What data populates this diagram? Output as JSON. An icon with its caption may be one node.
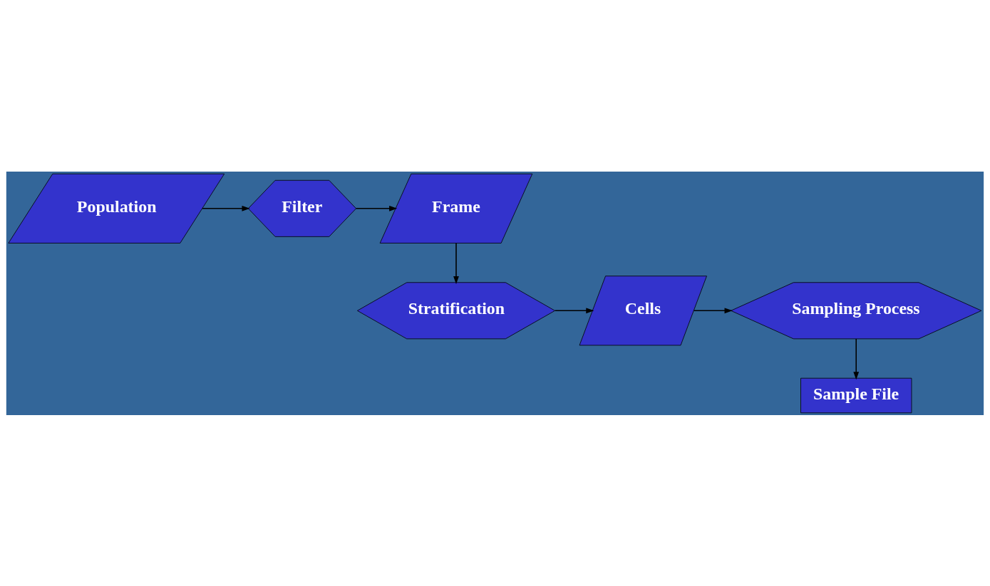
{
  "diagram": {
    "nodes": [
      {
        "text": [
          "Population"
        ]
      },
      {
        "text": [
          "Filter"
        ]
      },
      {
        "text": [
          "Frame"
        ]
      },
      {
        "text": [
          "Stratification"
        ]
      },
      {
        "text": [
          "Cells"
        ]
      },
      {
        "text": [
          "Sampling Process"
        ]
      },
      {
        "text": [
          "Sample File"
        ]
      }
    ],
    "edges": [
      {
        "from": 0,
        "to": 1,
        "arrow": "to"
      },
      {
        "from": 1,
        "to": 2,
        "arrow": "to"
      },
      {
        "from": 2,
        "to": 3,
        "arrow": "to"
      },
      {
        "from": 3,
        "to": 4,
        "arrow": "to"
      },
      {
        "from": 4,
        "to": 5,
        "arrow": "to"
      },
      {
        "from": 5,
        "to": 6,
        "arrow": "to"
      }
    ]
  }
}
